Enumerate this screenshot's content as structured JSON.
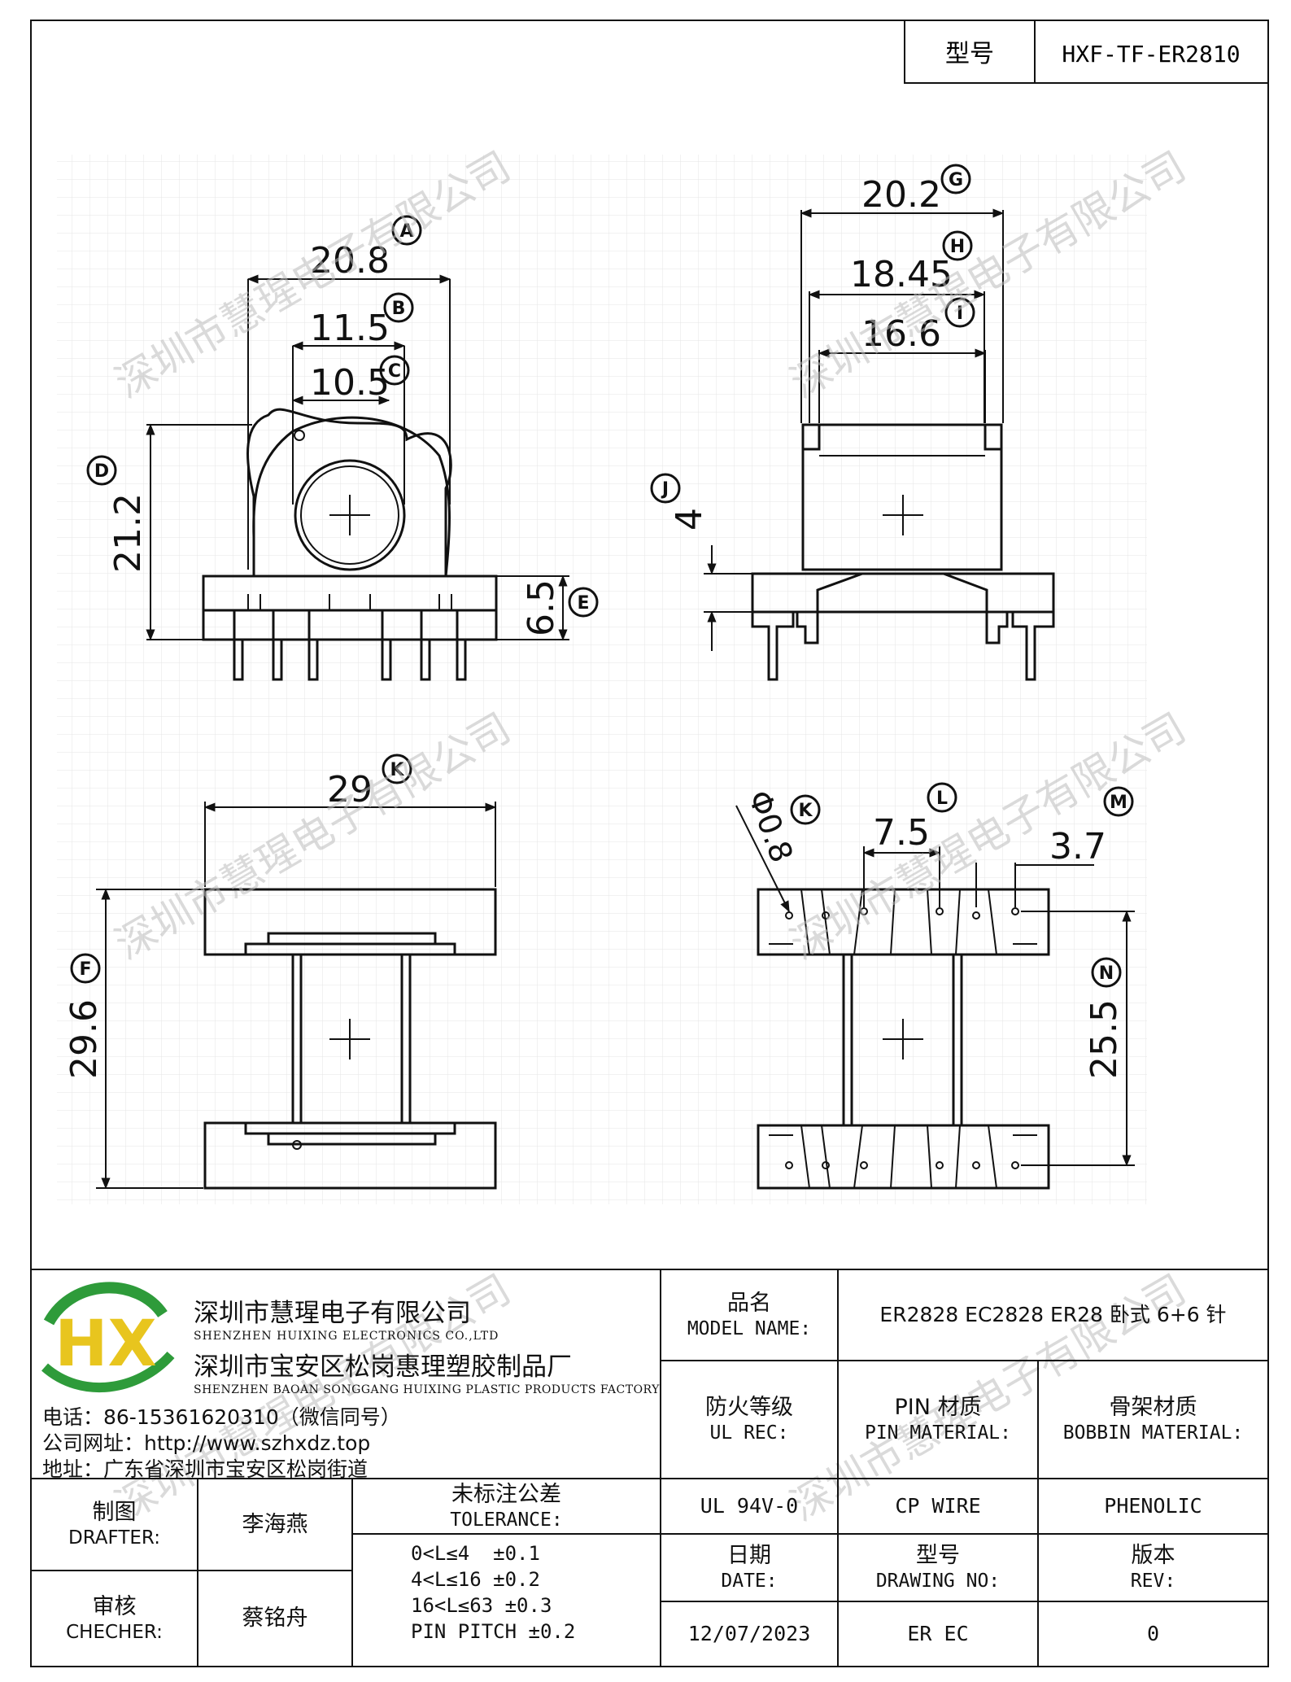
{
  "header": {
    "model_label": "型号",
    "model_value": "HXF-TF-ER2810"
  },
  "watermark": "深圳市慧瑆电子有限公司",
  "dimensions": {
    "front": {
      "A": "20.8",
      "B": "11.5",
      "C": "10.5",
      "D": "21.2",
      "E": "6.5"
    },
    "side": {
      "G": "20.2",
      "H": "18.45",
      "I": "16.6",
      "J": "4"
    },
    "top": {
      "K": "29",
      "F": "29.6"
    },
    "bottom": {
      "K2": "Φ0.8",
      "L": "7.5",
      "M": "3.7",
      "N": "25.5"
    }
  },
  "marker_letters": [
    "A",
    "B",
    "C",
    "D",
    "E",
    "G",
    "H",
    "I",
    "J",
    "K",
    "F",
    "K",
    "L",
    "M",
    "N"
  ],
  "company": {
    "logo_text": "HX",
    "name_cn": "深圳市慧瑆电子有限公司",
    "name_en": "SHENZHEN HUIXING ELECTRONICS CO.,LTD",
    "factory_cn": "深圳市宝安区松岗惠理塑胶制品厂",
    "factory_en": "SHENZHEN BAOAN SONGGANG HUIXING PLASTIC PRODUCTS FACTORY",
    "phone": "电话：86-15361620310（微信同号）",
    "website": "公司网址：http://www.szhxdz.top",
    "address": "地址：广东省深圳市宝安区松岗街道"
  },
  "title_block": {
    "product_name_cn": "品名",
    "product_name_en": "MODEL NAME:",
    "product_name_value": "ER2828 EC2828 ER28 卧式 6+6 针",
    "fire_rating_cn": "防火等级",
    "fire_rating_en": "UL REC:",
    "pin_material_cn": "PIN 材质",
    "pin_material_en": "PIN MATERIAL:",
    "bobbin_material_cn": "骨架材质",
    "bobbin_material_en": "BOBBIN MATERIAL:",
    "fire_rating_value": "UL 94V-0",
    "pin_material_value": "CP WIRE",
    "bobbin_material_value": "PHENOLIC",
    "drafter_cn": "制图",
    "drafter_en": "DRAFTER:",
    "drafter_value": "李海燕",
    "checker_cn": "审核",
    "checker_en": "CHECHER:",
    "checker_value": "蔡铭舟",
    "tolerance_cn": "未标注公差",
    "tolerance_en": "TOLERANCE:",
    "tolerance_lines": [
      "0<L≤4  ±0.1",
      "4<L≤16 ±0.2",
      "16<L≤63 ±0.3",
      "PIN PITCH ±0.2"
    ],
    "date_cn": "日期",
    "date_en": "DATE:",
    "date_value": "12/07/2023",
    "drawing_no_cn": "型号",
    "drawing_no_en": "DRAWING NO:",
    "drawing_no_value": "ER EC",
    "rev_cn": "版本",
    "rev_en": "REV:",
    "rev_value": "0"
  },
  "colors": {
    "line": "#111111",
    "grid": "#e6e6e6",
    "watermark": "#bdbdbd",
    "logo_green": "#2e9b3a",
    "logo_yellow": "#e8c51e"
  }
}
